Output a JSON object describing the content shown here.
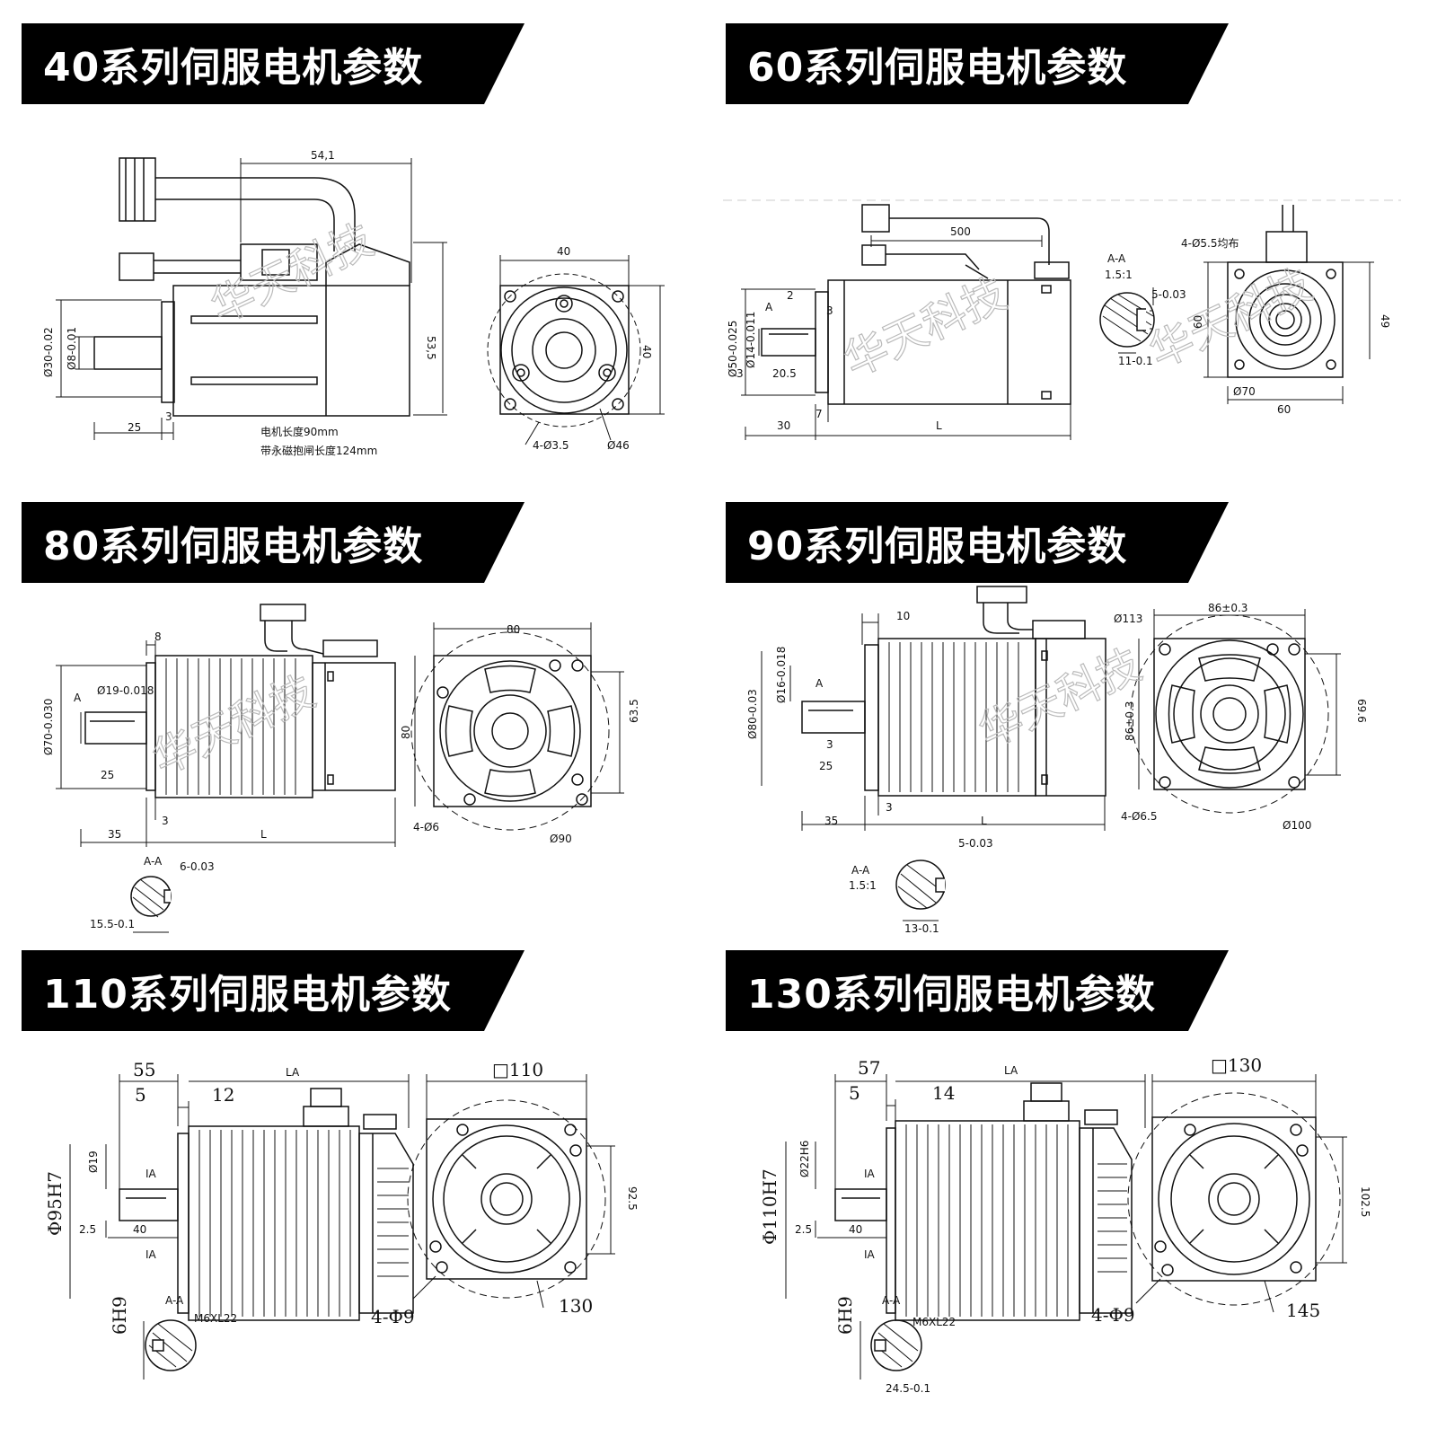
{
  "panels": [
    {
      "title": "40系列伺服电机参数",
      "labels": {
        "d1": "54,1",
        "d2": "40",
        "d3": "53,5",
        "d4": "40",
        "d5": "25",
        "d6": "3",
        "d7": "Ø30-0.02",
        "d8": "Ø8-0.01",
        "d9": "4-Ø3.5",
        "d10": "Ø46",
        "note1": "电机长度90mm",
        "note2": "带永磁抱闸长度124mm"
      }
    },
    {
      "title": "60系列伺服电机参数",
      "labels": {
        "d1": "500",
        "d2": "A-A",
        "d3": "1.5:1",
        "d4": "4-Ø5.5均布",
        "d5": "2",
        "d6": "A",
        "d7": "3",
        "d8": "Ø50-0.025",
        "d9": "Ø14-0.011",
        "d10": "3",
        "d11": "20.5",
        "d12": "7",
        "d13": "30",
        "d14": "L",
        "d15": "5-0.03",
        "d16": "11-0.1",
        "d17": "60",
        "d18": "49",
        "d19": "Ø70",
        "d20": "60"
      }
    },
    {
      "title": "80系列伺服电机参数",
      "labels": {
        "d1": "8",
        "d2": "80",
        "d3": "A",
        "d4": "Ø19-0.018",
        "d5": "Ø70-0.030",
        "d6": "80",
        "d7": "63.5",
        "d8": "25",
        "d9": "3",
        "d10": "35",
        "d11": "L",
        "d12": "4-Ø6",
        "d13": "Ø90",
        "d14": "A-A",
        "d15": "6-0.03",
        "d16": "15.5-0.1"
      }
    },
    {
      "title": "90系列伺服电机参数",
      "labels": {
        "d1": "10",
        "d2": "Ø113",
        "d3": "86±0.3",
        "d4": "Ø16-0.018",
        "d5": "A",
        "d6": "Ø80-0.03",
        "d7": "86±0.3",
        "d8": "69.6",
        "d9": "3",
        "d10": "25",
        "d11": "3",
        "d12": "35",
        "d13": "L",
        "d14": "4-Ø6.5",
        "d15": "Ø100",
        "d16": "5-0.03",
        "d17": "A-A",
        "d18": "1.5:1",
        "d19": "13-0.1"
      }
    },
    {
      "title": "110系列伺服电机参数",
      "labels": {
        "d1": "55",
        "d2": "LA",
        "d3": "□110",
        "d4": "5",
        "d5": "12",
        "d6": "Ø19",
        "d7": "IA",
        "d8": "Φ95H7",
        "d9": "92.5",
        "d10": "2.5",
        "d11": "40",
        "d12": "IA",
        "d13": "6H9",
        "d14": "A-A",
        "d15": "M6XL22",
        "d16": "4-Φ9",
        "d17": "130"
      }
    },
    {
      "title": "130系列伺服电机参数",
      "labels": {
        "d1": "57",
        "d2": "LA",
        "d3": "□130",
        "d4": "5",
        "d5": "14",
        "d6": "Ø22H6",
        "d7": "IA",
        "d8": "Φ110H7",
        "d9": "102.5",
        "d10": "2.5",
        "d11": "40",
        "d12": "IA",
        "d13": "6H9",
        "d14": "A-A",
        "d15": "M6XL22",
        "d16": "4-Φ9",
        "d17": "145",
        "d18": "24.5-0.1"
      }
    }
  ],
  "watermark": "华天科技",
  "colors": {
    "banner": "#000000",
    "line": "#111111"
  }
}
